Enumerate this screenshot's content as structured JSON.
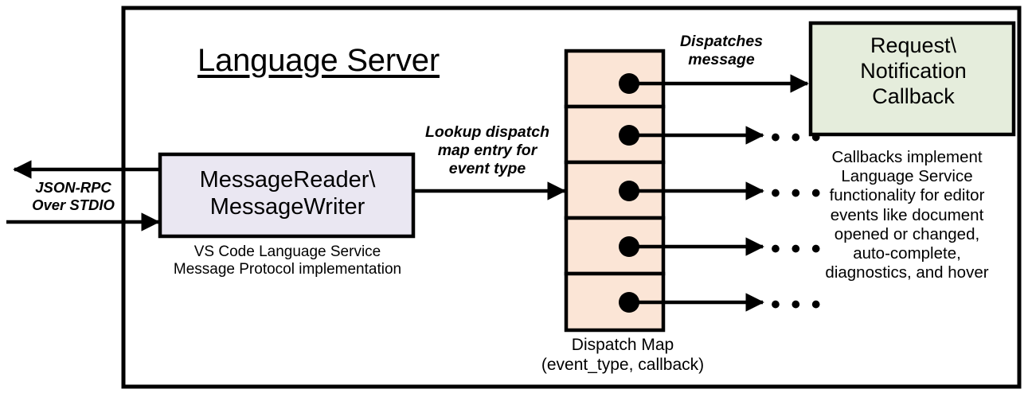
{
  "diagram": {
    "title": "Language Server",
    "outer_border_color": "#000000",
    "background": "#ffffff"
  },
  "message_io": {
    "label": "JSON-RPC\nOver STDIO",
    "outbound_arrow": "arrow-left-outbound",
    "inbound_arrow": "arrow-right-inbound"
  },
  "reader_box": {
    "label": "MessageReader\\\nMessageWriter",
    "caption": "VS Code Language Service\nMessage Protocol implementation",
    "fill": "#EAE7F2",
    "stroke": "#000000"
  },
  "lookup": {
    "label": "Lookup dispatch\nmap entry for\nevent type"
  },
  "dispatch_map": {
    "caption": "Dispatch Map\n(event_type, callback)",
    "fill": "#FBE5D6",
    "stroke": "#000000",
    "cell_count": 5,
    "cells": [
      {
        "index": 0,
        "target": "callback-box"
      },
      {
        "index": 1,
        "target": "ellipsis"
      },
      {
        "index": 2,
        "target": "ellipsis"
      },
      {
        "index": 3,
        "target": "ellipsis"
      },
      {
        "index": 4,
        "target": "ellipsis"
      }
    ]
  },
  "dispatches": {
    "label": "Dispatches\nmessage"
  },
  "callback_box": {
    "label": "Request\\\nNotification\nCallback",
    "caption": "Callbacks implement\nLanguage Service\nfunctionality for editor\nevents like document\nopened or changed,\nauto-complete,\ndiagnostics, and hover",
    "fill": "#E5EDDC",
    "stroke": "#000000"
  },
  "ellipses": {
    "glyph": "• • •",
    "count": 4
  }
}
